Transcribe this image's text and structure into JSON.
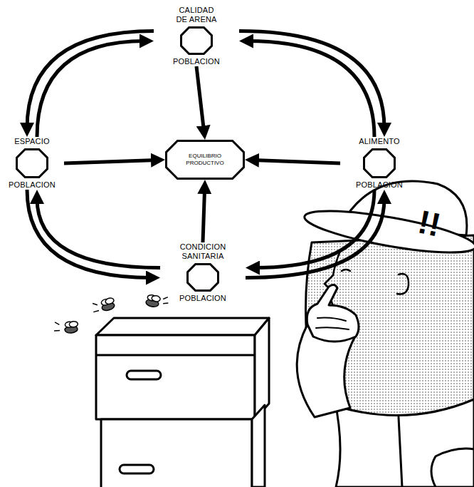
{
  "diagram": {
    "nodes": [
      {
        "text": [
          "CALIDAD DE ARENA",
          "POBLACION"
        ]
      },
      {
        "text": [
          "ESPACIO",
          "POBLACION"
        ]
      },
      {
        "text": [
          "EQUILIBRIO PRODUCTIVO"
        ]
      },
      {
        "text": [
          "ALIMENTO",
          "POBLACION"
        ]
      },
      {
        "text": [
          "CONDICION SANITARIA",
          "POBLACION"
        ]
      }
    ],
    "edges": [
      {
        "from": 0,
        "to": 2,
        "arrow": "to"
      },
      {
        "from": 1,
        "to": 2,
        "arrow": "to"
      },
      {
        "from": 3,
        "to": 2,
        "arrow": "to"
      },
      {
        "from": 4,
        "to": 2,
        "arrow": "to"
      },
      {
        "from": 0,
        "to": 1,
        "arrow": "to"
      },
      {
        "from": 1,
        "to": 0,
        "arrow": "to"
      },
      {
        "from": 0,
        "to": 3,
        "arrow": "to"
      },
      {
        "from": 3,
        "to": 0,
        "arrow": "to"
      },
      {
        "from": 1,
        "to": 4,
        "arrow": "to"
      },
      {
        "from": 4,
        "to": 1,
        "arrow": "to"
      },
      {
        "from": 3,
        "to": 4,
        "arrow": "to"
      },
      {
        "from": 4,
        "to": 3,
        "arrow": "to"
      }
    ],
    "labels": [
      "!!"
    ]
  }
}
